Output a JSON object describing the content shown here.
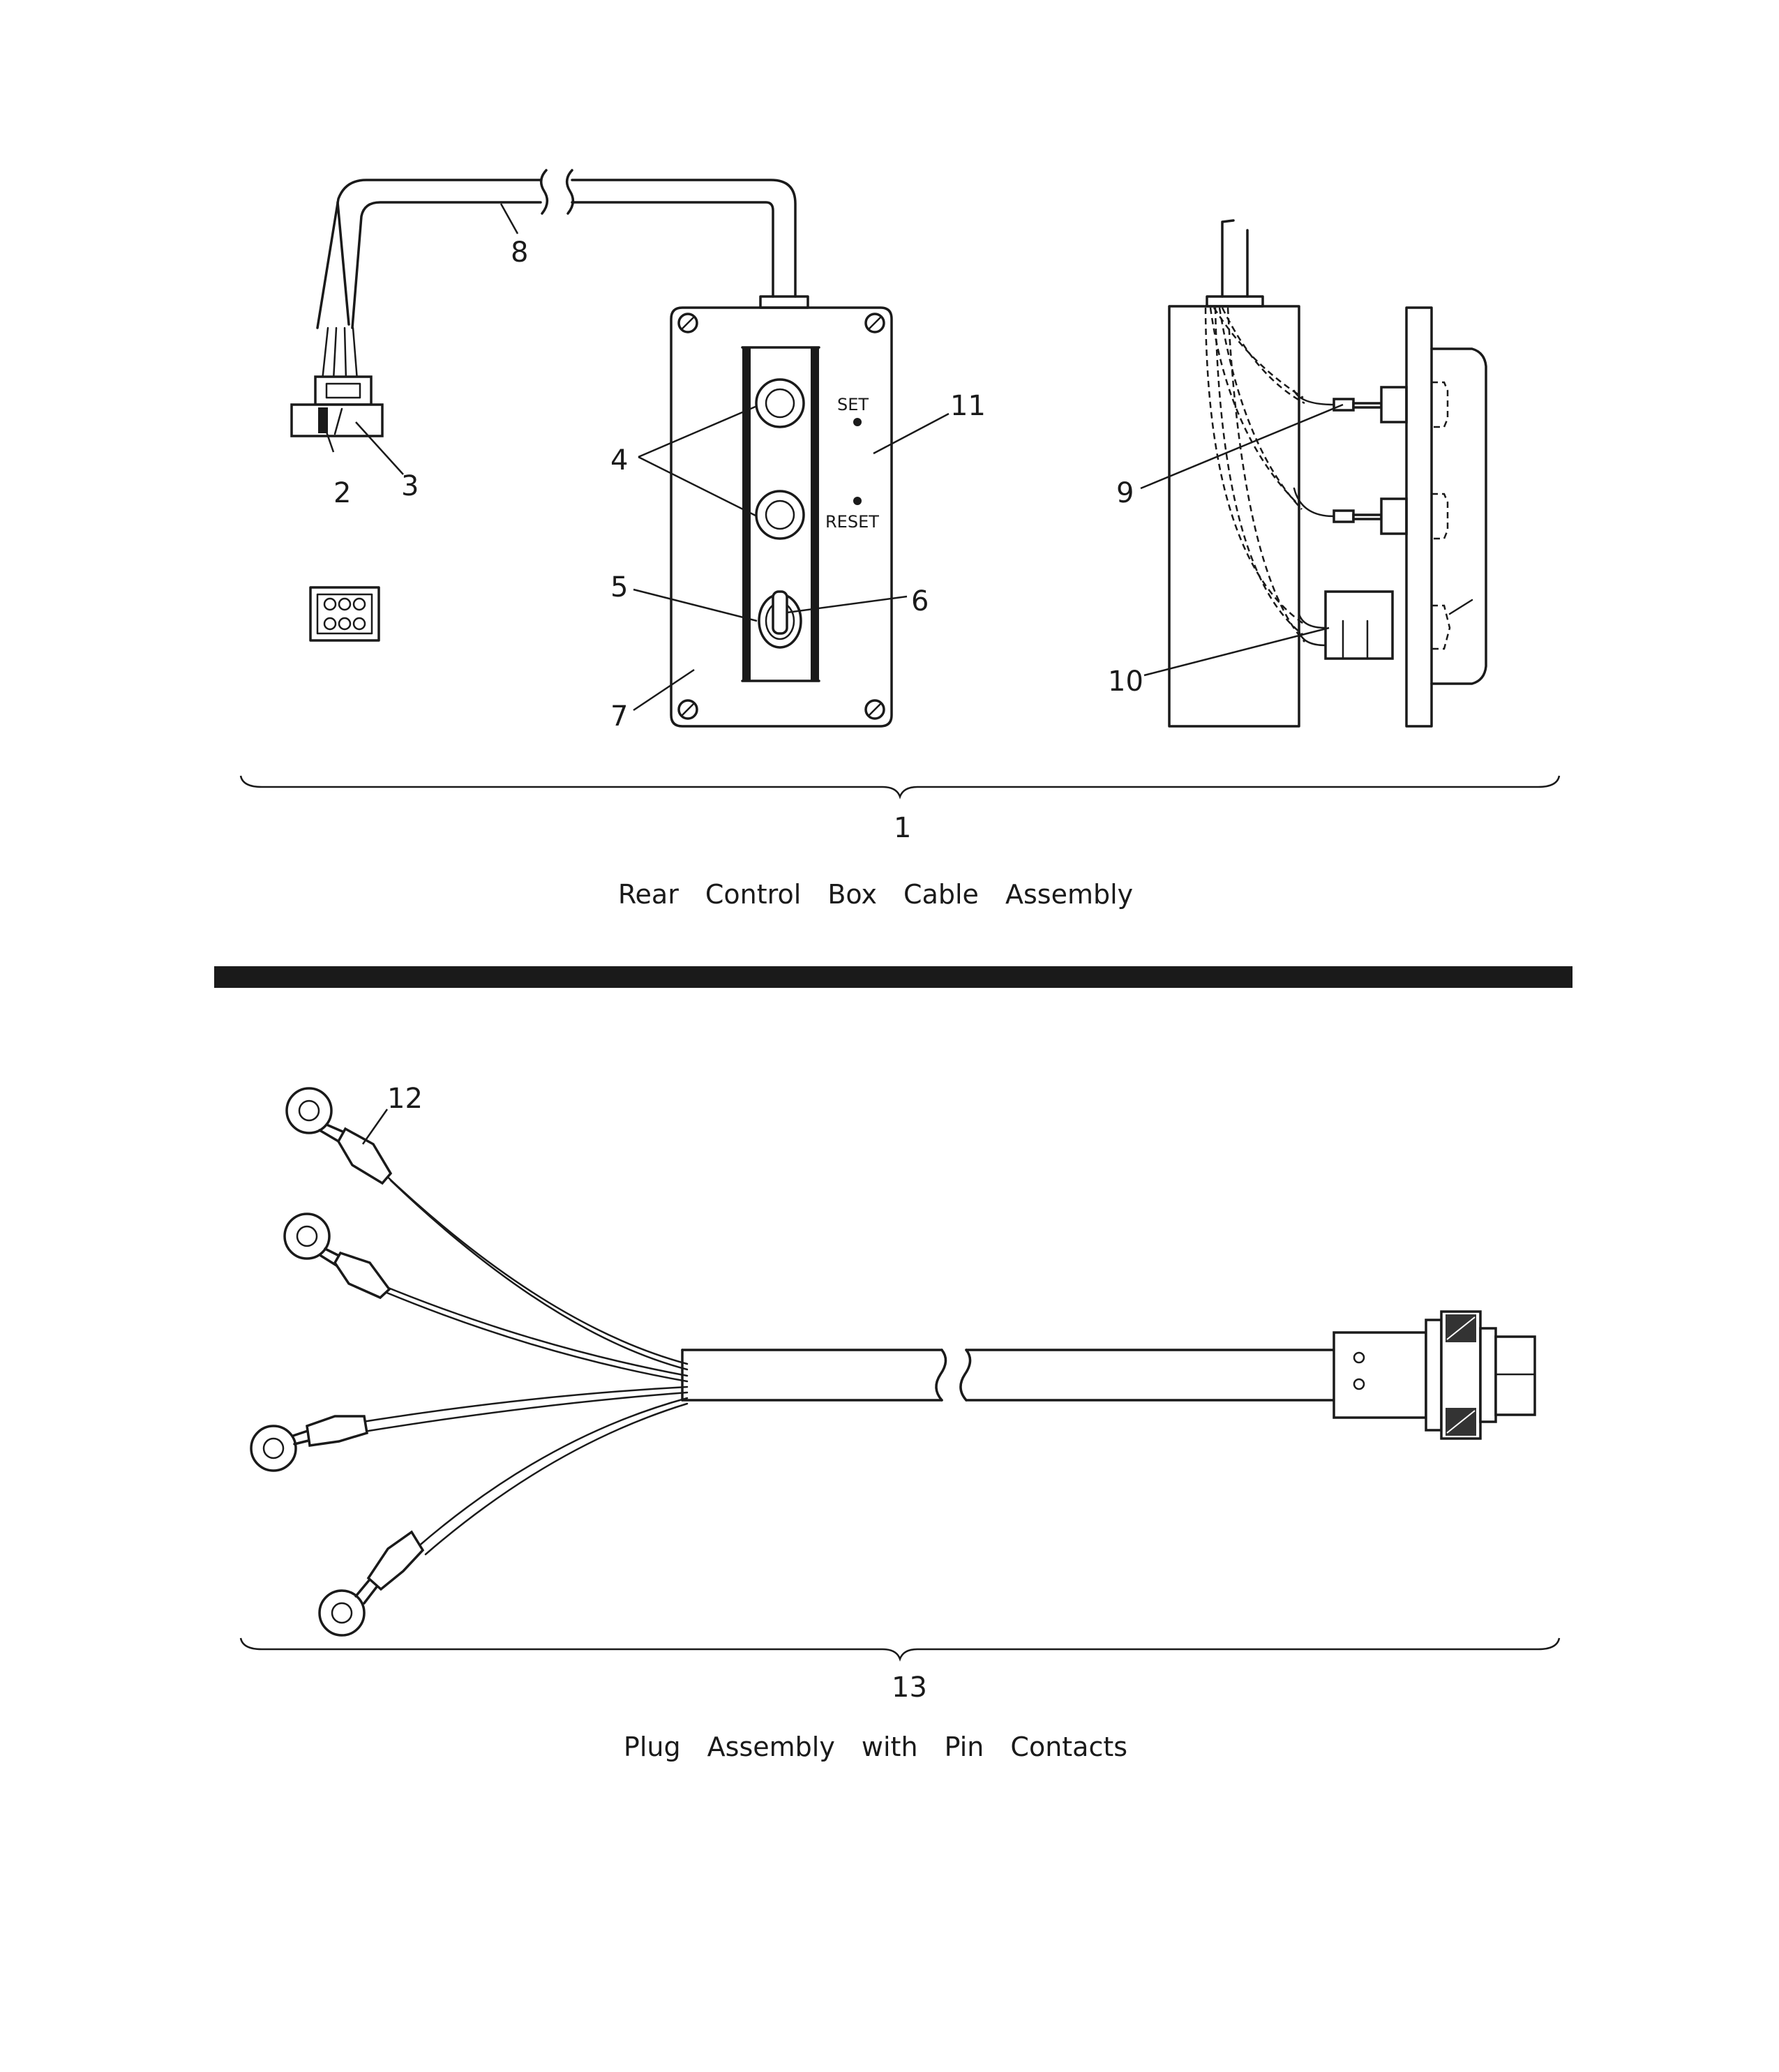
{
  "top_assembly": {
    "callouts": {
      "c1": "1",
      "c2": "2",
      "c3": "3",
      "c4": "4",
      "c5": "5",
      "c6": "6",
      "c7": "7",
      "c8": "8",
      "c9": "9",
      "c10": "10",
      "c11": "11"
    },
    "panel_labels": {
      "set": "SET",
      "reset": "RESET"
    },
    "caption": "Rear Control Box Cable Assembly"
  },
  "bottom_assembly": {
    "callouts": {
      "c12": "12",
      "c13": "13"
    },
    "caption": "Plug Assembly with Pin Contacts"
  }
}
